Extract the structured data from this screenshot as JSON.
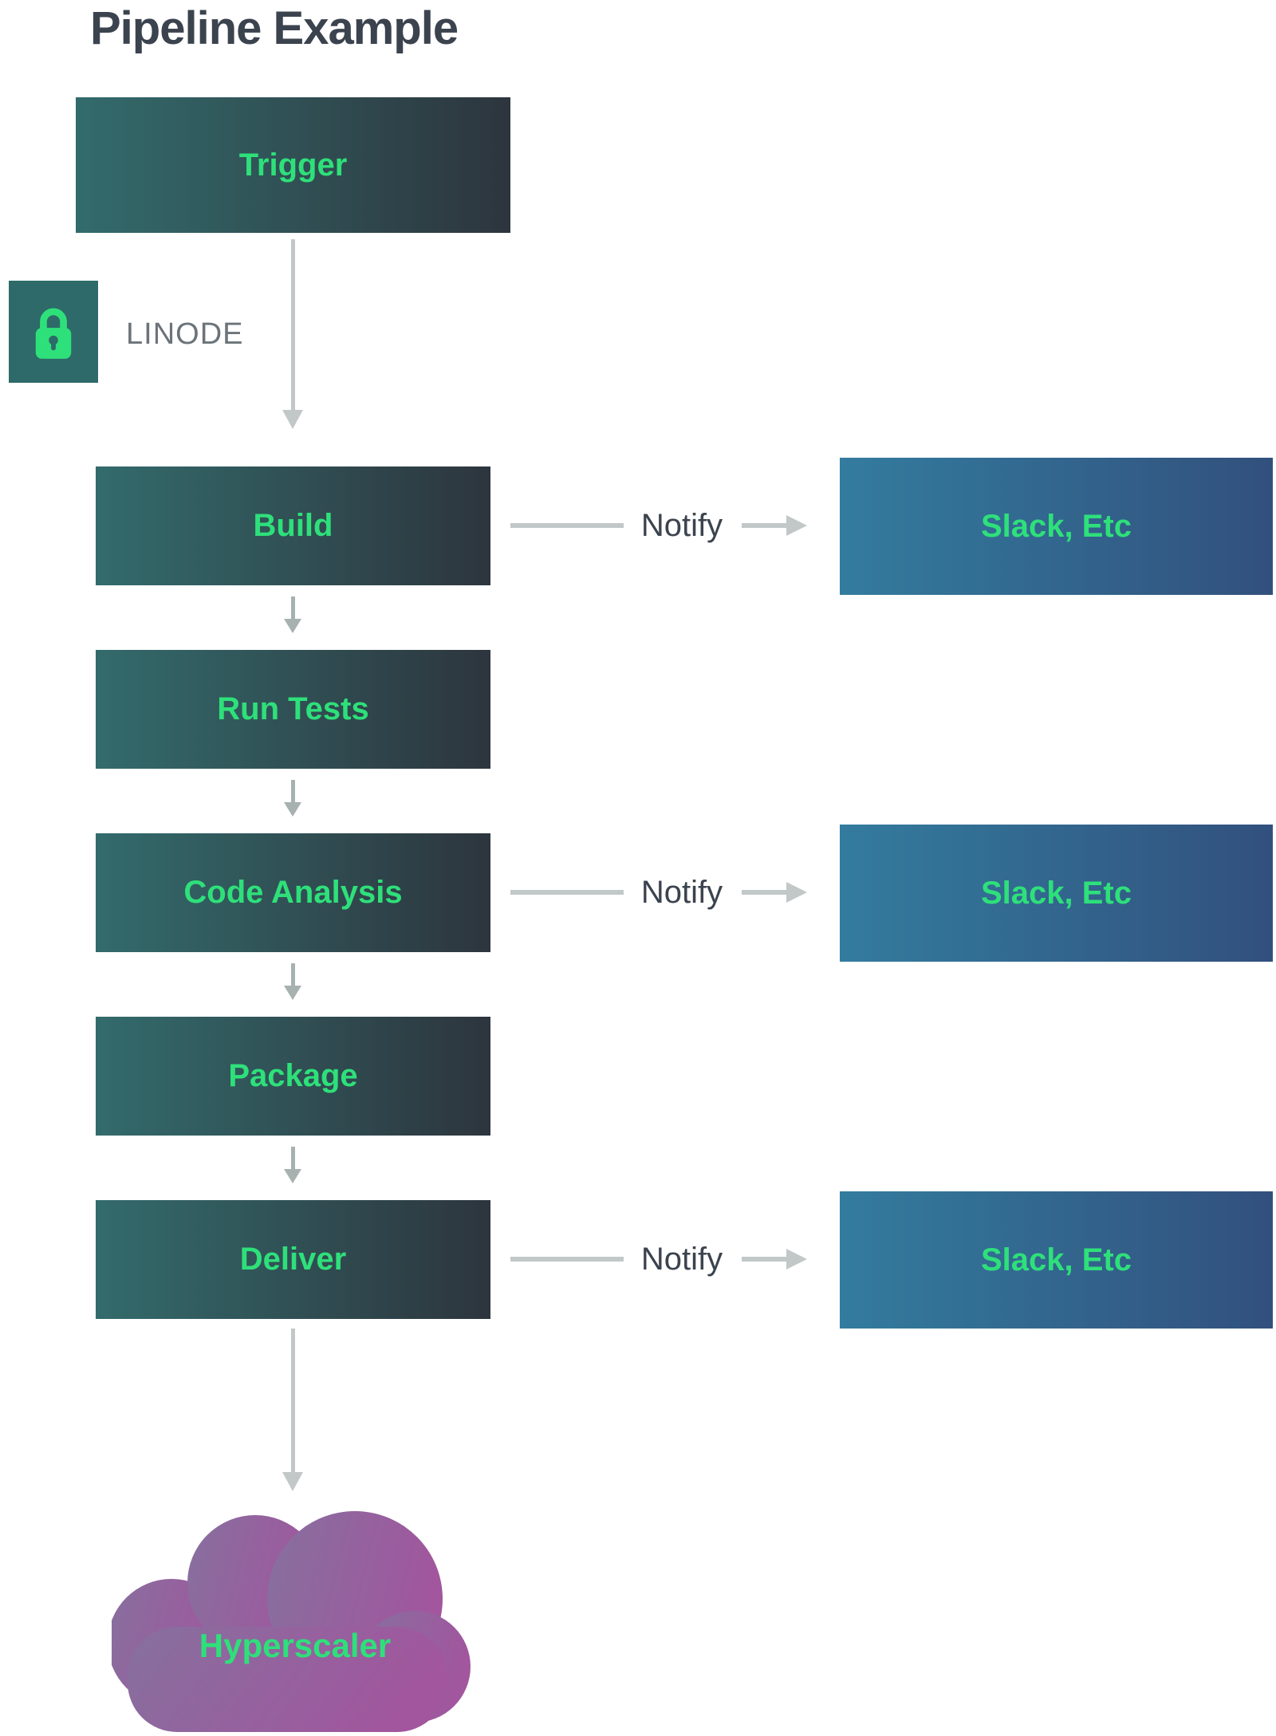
{
  "title": "Pipeline Example",
  "trigger": {
    "label": "Trigger"
  },
  "panel": {
    "label": "LINODE"
  },
  "icons": {
    "lock": "lock-icon"
  },
  "stages": [
    {
      "label": "Build",
      "notify": "Notify",
      "target": "Slack, Etc"
    },
    {
      "label": "Run Tests"
    },
    {
      "label": "Code Analysis",
      "notify": "Notify",
      "target": "Slack, Etc"
    },
    {
      "label": "Package"
    },
    {
      "label": "Deliver",
      "notify": "Notify",
      "target": "Slack, Etc"
    }
  ],
  "cloud": {
    "label": "Hyperscaler"
  },
  "colors": {
    "accent": "#2ee07a",
    "stage-left": "#336b6c",
    "stage-right": "#2d353d",
    "notify-left": "#337c9f",
    "notify-right": "#32507d",
    "panel-bg": "#dce3e2",
    "lock-bg": "#2d6a69",
    "title-color": "#3b434e",
    "muted-label": "#6c747a",
    "arrow": "#c2c8c8",
    "arrow-dark": "#a7b1b0",
    "cloud-left": "#86709f",
    "cloud-right": "#a1569d"
  }
}
